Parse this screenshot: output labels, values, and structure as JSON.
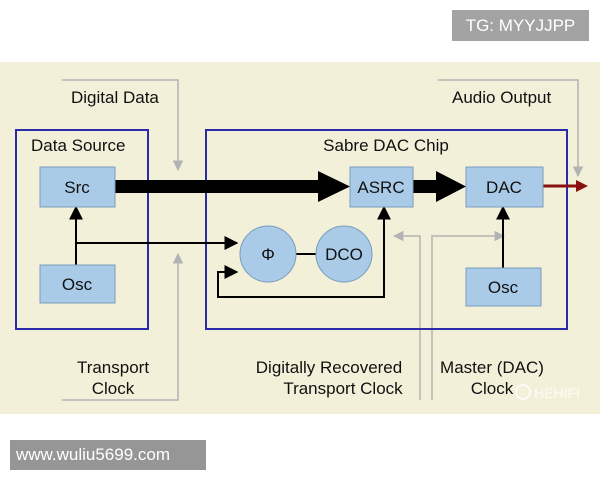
{
  "labels": {
    "digital_data": "Digital Data",
    "audio_output": "Audio Output",
    "data_source": "Data Source",
    "sabre_chip": "Sabre DAC Chip",
    "src": "Src",
    "osc_source": "Osc",
    "asrc": "ASRC",
    "dac": "DAC",
    "phi": "Φ",
    "dco": "DCO",
    "osc_master": "Osc",
    "transport_clock_line1": "Transport",
    "transport_clock_line2": "Clock",
    "recovered_line1": "Digitally Recovered",
    "recovered_line2": "Transport Clock",
    "master_line1": "Master (DAC)",
    "master_line2": "Clock",
    "watermark": "HEHIFI"
  },
  "badges": {
    "tg": "TG: MYYJJPP",
    "url": "www.wuliu5699.com"
  },
  "colors": {
    "background": "#f3f0d9",
    "box_fill": "#a9cbe8",
    "box_border": "#7a9dbb",
    "frame": "#2b2aa8",
    "callout": "#b3b3b3",
    "output_arrow": "#8a1010"
  }
}
